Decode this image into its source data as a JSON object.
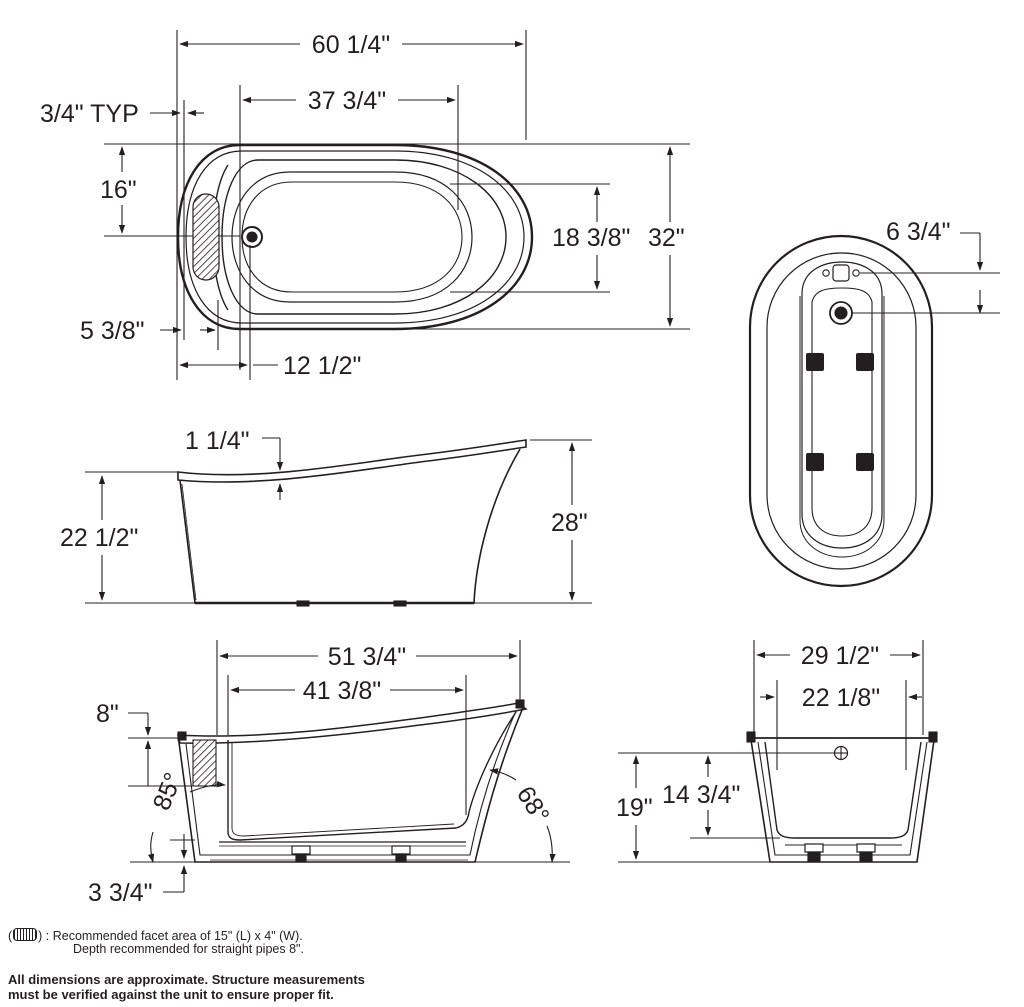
{
  "top_view": {
    "overall_length": "60 1/4\"",
    "interior_length": "37 3/4\"",
    "rim_thickness": "3/4\" TYP",
    "drain_from_edge": "16\"",
    "interior_width": "18 3/8\"",
    "overall_width": "32\"",
    "backrest_offset": "5 3/8\"",
    "drain_from_end": "12 1/2\""
  },
  "plan_view_right": {
    "jet_offset": "6 3/4\""
  },
  "side_view": {
    "rim_drop": "1 1/4\"",
    "low_end_height": "22 1/2\"",
    "high_end_height": "28\""
  },
  "section_view": {
    "base_length": "51 3/4\"",
    "floor_length": "41 3/8\"",
    "pipe_depth": "8\"",
    "end_angle": "85°",
    "slope_angle": "68°",
    "floor_clearance": "3 3/4\""
  },
  "end_section_view": {
    "top_width": "29 1/2\"",
    "inner_width": "22 1/8\"",
    "height": "19\"",
    "water_depth": "14 3/4\""
  },
  "notes": {
    "facet_prefix": "(",
    "facet_suffix": ") : Recommended facet area of 15\" (L) x 4\" (W).",
    "facet_line2": "Depth recommended for straight pipes 8\".",
    "disclaimer_line1": "All dimensions are approximate. Structure measurements",
    "disclaimer_line2": "must be verified against the unit to ensure proper fit."
  }
}
